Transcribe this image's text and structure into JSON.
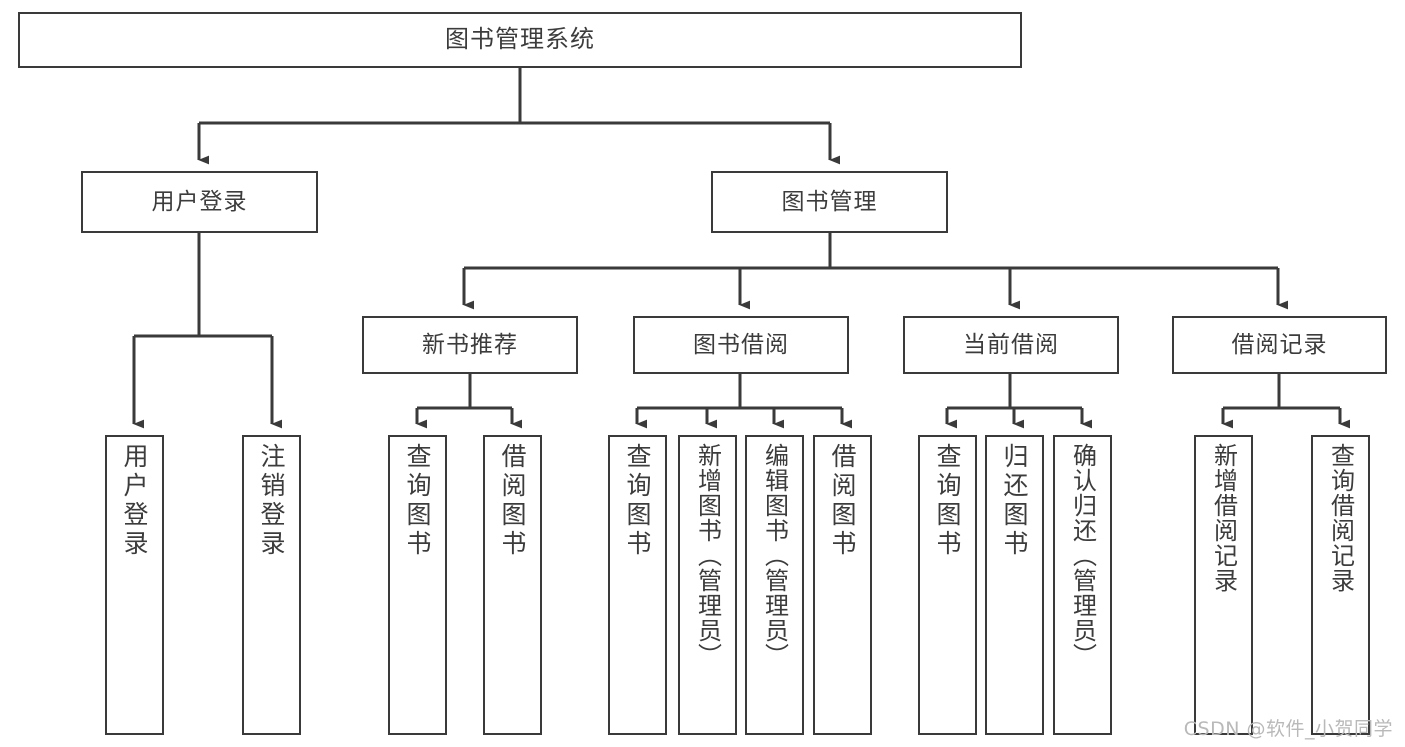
{
  "diagram": {
    "title": "图书管理系统",
    "watermark": "CSDN @软件_小贺同学",
    "nodes": {
      "root": {
        "label": "图书管理系统"
      },
      "level2": [
        {
          "id": "user-login",
          "label": "用户登录"
        },
        {
          "id": "book-manage",
          "label": "图书管理"
        }
      ],
      "level3": [
        {
          "id": "new-book-recommend",
          "label": "新书推荐"
        },
        {
          "id": "book-borrow",
          "label": "图书借阅"
        },
        {
          "id": "current-borrow",
          "label": "当前借阅"
        },
        {
          "id": "borrow-record",
          "label": "借阅记录"
        }
      ],
      "leaves": {
        "user_login": [
          {
            "id": "leaf-user-login",
            "label": "用户登录"
          },
          {
            "id": "leaf-user-logout",
            "label": "注销登录"
          }
        ],
        "new_book_recommend": [
          {
            "id": "leaf-query-book-1",
            "label": "查询图书"
          },
          {
            "id": "leaf-borrow-book-1",
            "label": "借阅图书"
          }
        ],
        "book_borrow": [
          {
            "id": "leaf-query-book-2",
            "label": "查询图书"
          },
          {
            "id": "leaf-add-book",
            "label": "新增图书（管理员）"
          },
          {
            "id": "leaf-edit-book",
            "label": "编辑图书（管理员）"
          },
          {
            "id": "leaf-borrow-book-2",
            "label": "借阅图书"
          }
        ],
        "current_borrow": [
          {
            "id": "leaf-query-book-3",
            "label": "查询图书"
          },
          {
            "id": "leaf-return-book",
            "label": "归还图书"
          },
          {
            "id": "leaf-confirm-return",
            "label": "确认归还（管理员）"
          }
        ],
        "borrow_record": [
          {
            "id": "leaf-add-record",
            "label": "新增借阅记录"
          },
          {
            "id": "leaf-query-record",
            "label": "查询借阅记录"
          }
        ]
      }
    },
    "colors": {
      "stroke": "#3a3a3a",
      "text": "#3c3c3c",
      "background": "#ffffff",
      "watermark": "#b9b9b9"
    }
  }
}
